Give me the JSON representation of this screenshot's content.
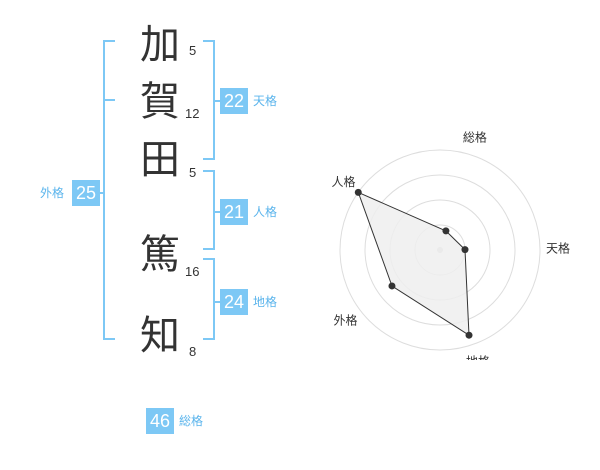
{
  "name_chars": [
    {
      "char": "加",
      "strokes": "5"
    },
    {
      "char": "賀",
      "strokes": "12"
    },
    {
      "char": "田",
      "strokes": "5"
    },
    {
      "char": "篤",
      "strokes": "16"
    },
    {
      "char": "知",
      "strokes": "8"
    }
  ],
  "fortunes": {
    "tenkaku": {
      "value": "22",
      "label": "天格"
    },
    "jinkaku": {
      "value": "21",
      "label": "人格"
    },
    "chikaku": {
      "value": "24",
      "label": "地格"
    },
    "gaikaku": {
      "value": "25",
      "label": "外格"
    },
    "soukaku": {
      "value": "46",
      "label": "総格"
    }
  },
  "colors": {
    "accent": "#7dc8f5",
    "accent_text": "#5ab4ec",
    "text": "#333333",
    "radar_fill": "#eeeeee",
    "radar_grid": "#dddddd"
  },
  "chart_data": {
    "type": "radar",
    "categories": [
      "総格",
      "天格",
      "地格",
      "外格",
      "人格"
    ],
    "values": [
      0.2,
      0.25,
      0.9,
      0.6,
      1.0
    ],
    "rmax": 1.0,
    "rings": 4
  }
}
